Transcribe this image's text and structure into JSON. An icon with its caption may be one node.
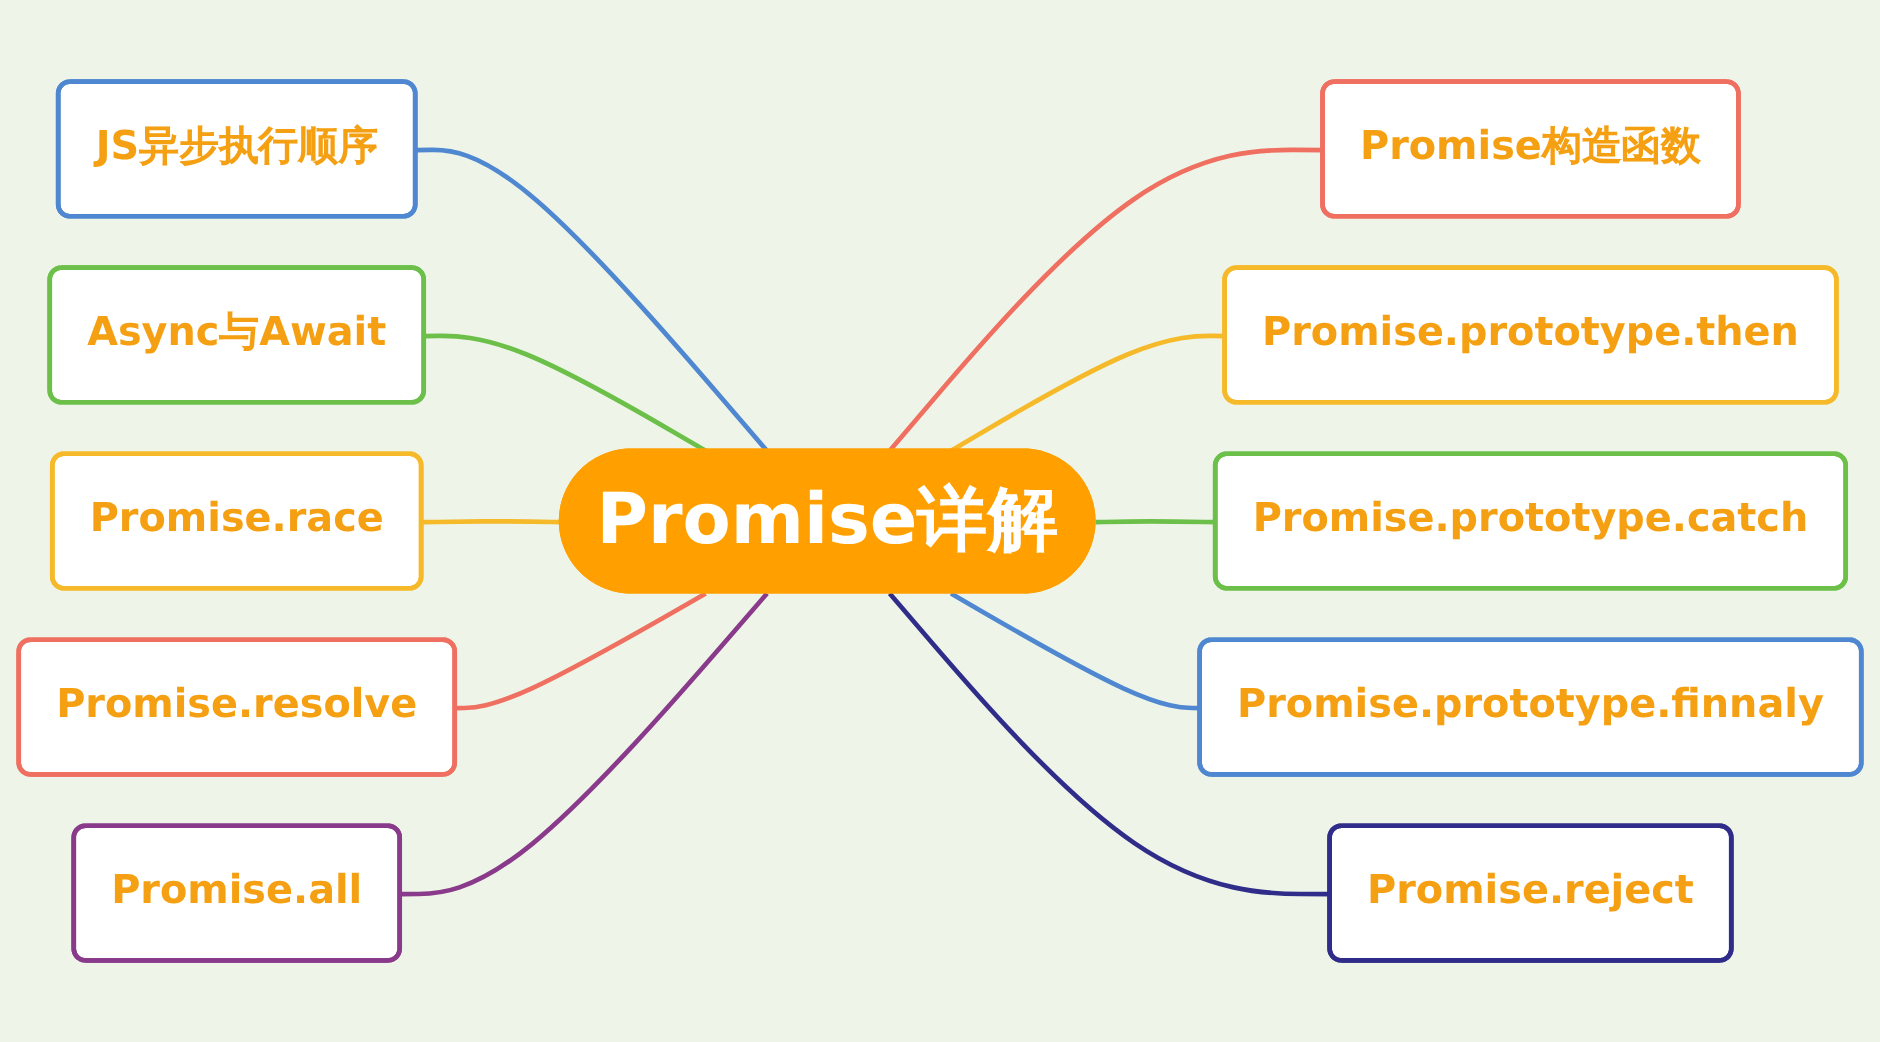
{
  "diagram": {
    "nodes": [
      {
        "text": [
          "Promise详解"
        ]
      },
      {
        "text": [
          "JS异步执行顺序"
        ]
      },
      {
        "text": [
          "Async与Await"
        ]
      },
      {
        "text": [
          "Promise.race"
        ]
      },
      {
        "text": [
          "Promise.resolve"
        ]
      },
      {
        "text": [
          "Promise.all"
        ]
      },
      {
        "text": [
          "Promise构造函数"
        ]
      },
      {
        "text": [
          "Promise.prototype.then"
        ]
      },
      {
        "text": [
          "Promise.prototype.catch"
        ]
      },
      {
        "text": [
          "Promise.prototype.finnaly"
        ]
      },
      {
        "text": [
          "Promise.reject"
        ]
      }
    ],
    "edges": [
      {
        "from": 1,
        "to": 0,
        "arrow": "none",
        "color": "#4f87d0"
      },
      {
        "from": 2,
        "to": 0,
        "arrow": "none",
        "color": "#6cc04a"
      },
      {
        "from": 3,
        "to": 0,
        "arrow": "none",
        "color": "#f5b92a"
      },
      {
        "from": 4,
        "to": 0,
        "arrow": "none",
        "color": "#ef6f61"
      },
      {
        "from": 5,
        "to": 0,
        "arrow": "none",
        "color": "#8a3a8a"
      },
      {
        "from": 0,
        "to": 6,
        "arrow": "none",
        "color": "#ef6f61"
      },
      {
        "from": 0,
        "to": 7,
        "arrow": "none",
        "color": "#f5b92a"
      },
      {
        "from": 0,
        "to": 8,
        "arrow": "none",
        "color": "#6cc04a"
      },
      {
        "from": 0,
        "to": 9,
        "arrow": "none",
        "color": "#4f87d0"
      },
      {
        "from": 0,
        "to": 10,
        "arrow": "none",
        "color": "#302c8a"
      }
    ]
  }
}
